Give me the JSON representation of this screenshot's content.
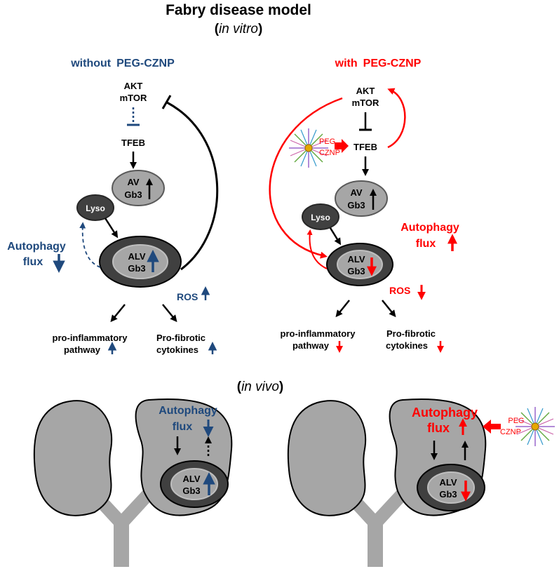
{
  "title": {
    "main": "Fabry disease model",
    "sub_open": "(",
    "sub_italic": "in vitro",
    "sub_close": ")"
  },
  "colors": {
    "blue": "#1f497d",
    "red": "#ff0000",
    "gray": "#a6a6a6",
    "dark": "#404040",
    "black": "#000000"
  },
  "left": {
    "heading_without": "without",
    "heading_peg": "PEG-CZNP",
    "akt": "AKT",
    "mtor": "mTOR",
    "tfeb": "TFEB",
    "av": "AV",
    "av_gb3": "Gb3",
    "lyso": "Lyso",
    "alv": "ALV",
    "alv_gb3": "Gb3",
    "autophagy": "Autophagy",
    "flux": "flux",
    "ros": "ROS",
    "pro_inflam_1": "pro-inflammatory",
    "pro_inflam_2": "pathway",
    "pro_fib_1": "Pro-fibrotic",
    "pro_fib_2": "cytokines"
  },
  "right": {
    "heading_with": "with",
    "heading_peg": "PEG-CZNP",
    "akt": "AKT",
    "mtor": "mTOR",
    "tfeb": "TFEB",
    "nano_peg": "PEG",
    "nano_cznp": "CZNP",
    "av": "AV",
    "av_gb3": "Gb3",
    "lyso": "Lyso",
    "alv": "ALV",
    "alv_gb3": "Gb3",
    "autophagy": "Autophagy",
    "flux": "flux",
    "ros": "ROS",
    "pro_inflam_1": "pro-inflammatory",
    "pro_inflam_2": "pathway",
    "pro_fib_1": "Pro-fibrotic",
    "pro_fib_2": "cytokines"
  },
  "invivo": {
    "label_open": "(",
    "label_italic": "in vivo",
    "label_close": ")",
    "left_autophagy": "Autophagy",
    "left_flux": "flux",
    "left_alv": "ALV",
    "left_gb3": "Gb3",
    "right_autophagy": "Autophagy",
    "right_flux": "flux",
    "right_alv": "ALV",
    "right_gb3": "Gb3",
    "right_peg": "PEG",
    "right_cznp": "CZNP"
  }
}
